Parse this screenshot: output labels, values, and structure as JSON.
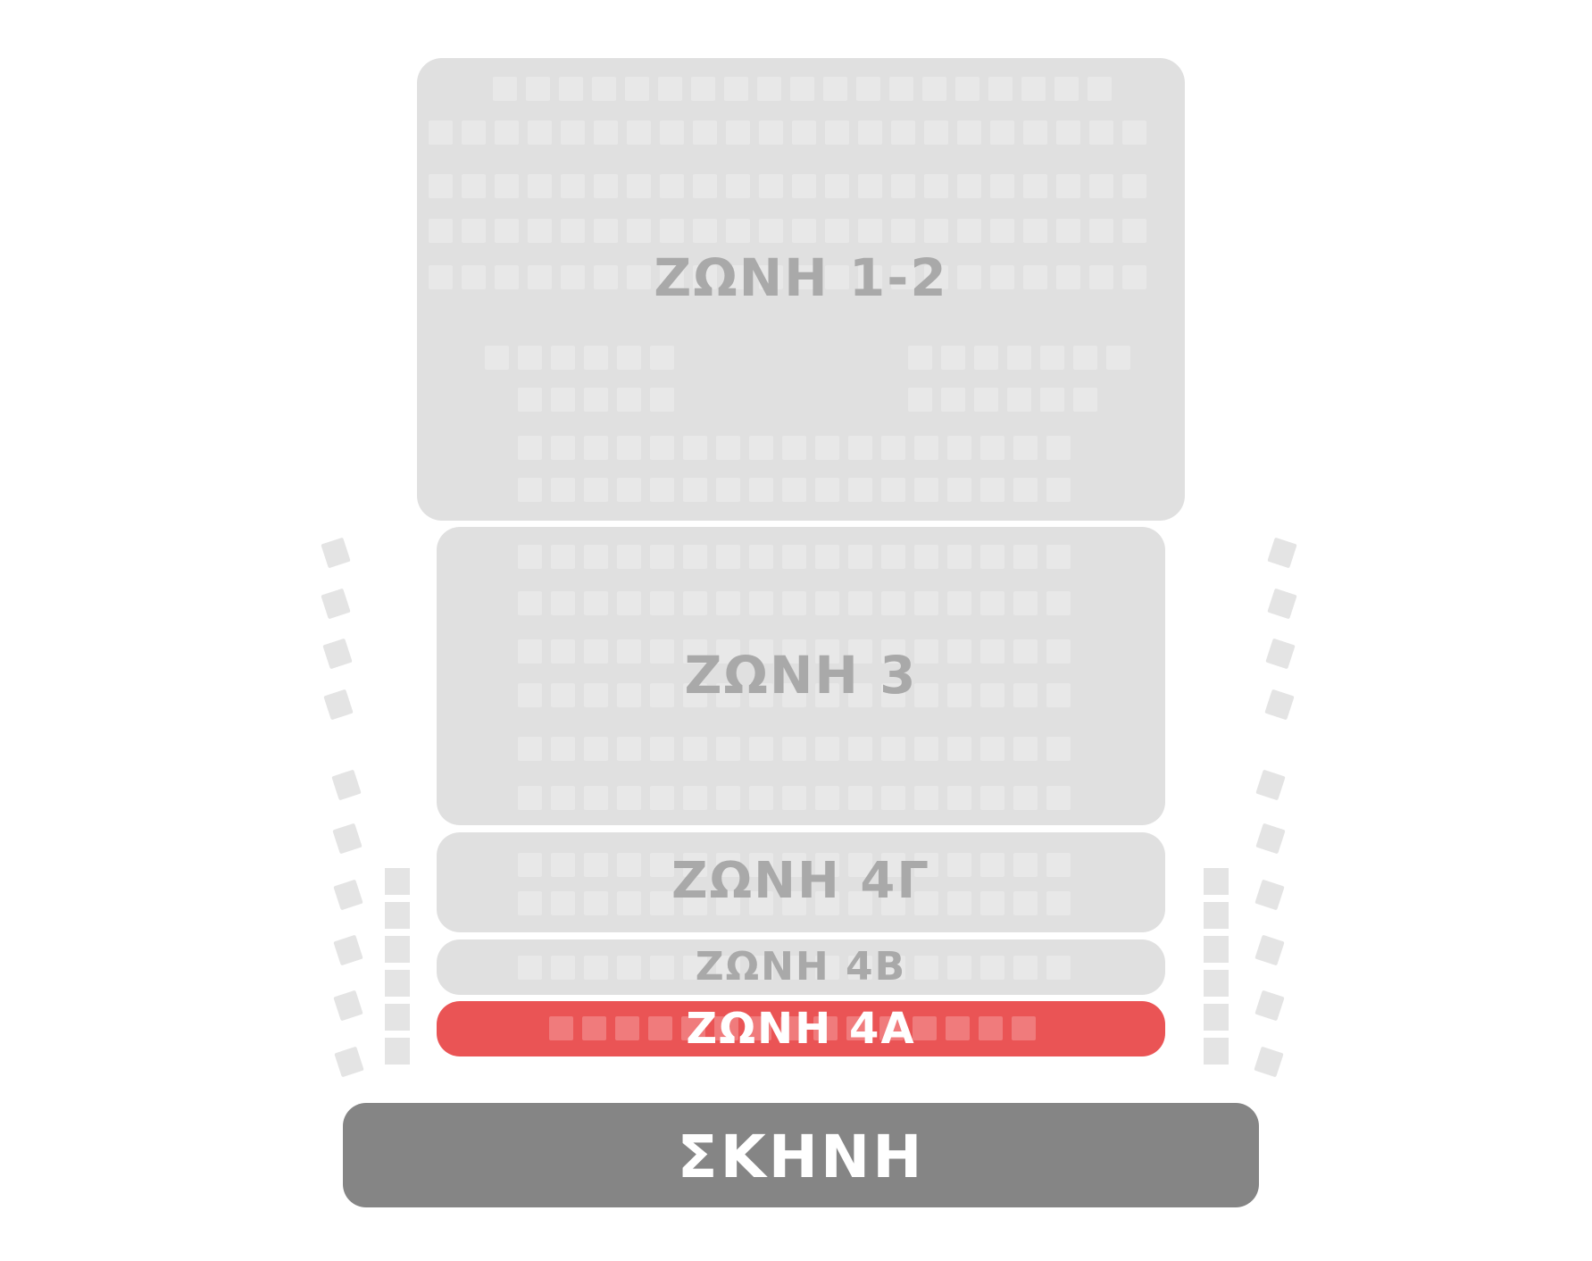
{
  "zones": {
    "zone_1_2": {
      "label": "ΖΩΝΗ 1-2",
      "selected": false
    },
    "zone_3": {
      "label": "ΖΩΝΗ 3",
      "selected": false
    },
    "zone_4g": {
      "label": "ΖΩΝΗ 4Γ",
      "selected": false
    },
    "zone_4b": {
      "label": "ΖΩΝΗ 4Β",
      "selected": false
    },
    "zone_4a": {
      "label": "ΖΩΝΗ 4Α",
      "selected": true
    }
  },
  "stage": {
    "label": "ΣΚΗΝΗ"
  },
  "colors": {
    "zone_fill": "#e0e0e0",
    "seat_fill": "#e8e8e8",
    "label_gray": "#a9a9a9",
    "selected_fill": "#ea5455",
    "selected_seat": "#f07b7c",
    "stage_fill": "#858585",
    "side_seat": "#e4e4e4"
  }
}
